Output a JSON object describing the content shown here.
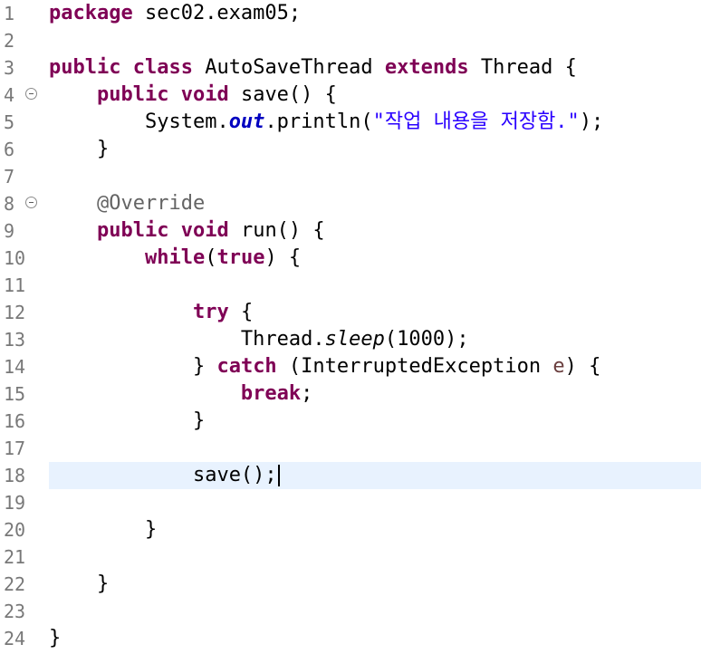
{
  "editor": {
    "lines": {
      "1": {
        "num": "1",
        "kw1": "package",
        "rest": " sec02.exam05;"
      },
      "2": {
        "num": "2"
      },
      "3": {
        "num": "3",
        "kw1": "public",
        "kw2": "class",
        "name": " AutoSaveThread ",
        "kw3": "extends",
        "rest": " Thread {"
      },
      "4": {
        "num": "4",
        "kw1": "public",
        "kw2": "void",
        "rest": " save() {"
      },
      "5": {
        "num": "5",
        "pre": "System.",
        "field": "out",
        "mid": ".println(",
        "str": "\"작업 내용을 저장함.\"",
        "post": ");"
      },
      "6": {
        "num": "6",
        "text": "}"
      },
      "7": {
        "num": "7"
      },
      "8": {
        "num": "8",
        "annotation": "@Override"
      },
      "9": {
        "num": "9",
        "kw1": "public",
        "kw2": "void",
        "rest": " run() {"
      },
      "10": {
        "num": "10",
        "kw1": "while",
        "mid": "(",
        "kw2": "true",
        "rest": ") {"
      },
      "11": {
        "num": "11"
      },
      "12": {
        "num": "12",
        "kw1": "try",
        "rest": " {"
      },
      "13": {
        "num": "13",
        "pre": "Thread.",
        "method": "sleep",
        "rest": "(1000);"
      },
      "14": {
        "num": "14",
        "pre": "} ",
        "kw1": "catch",
        "mid": " (InterruptedException ",
        "var": "e",
        "rest": ") {"
      },
      "15": {
        "num": "15",
        "kw1": "break",
        "rest": ";"
      },
      "16": {
        "num": "16",
        "text": "}"
      },
      "17": {
        "num": "17"
      },
      "18": {
        "num": "18",
        "text": "save();"
      },
      "19": {
        "num": "19"
      },
      "20": {
        "num": "20",
        "text": "}"
      },
      "21": {
        "num": "21"
      },
      "22": {
        "num": "22",
        "text": "}"
      },
      "23": {
        "num": "23"
      },
      "24": {
        "num": "24",
        "text": "}"
      }
    }
  }
}
